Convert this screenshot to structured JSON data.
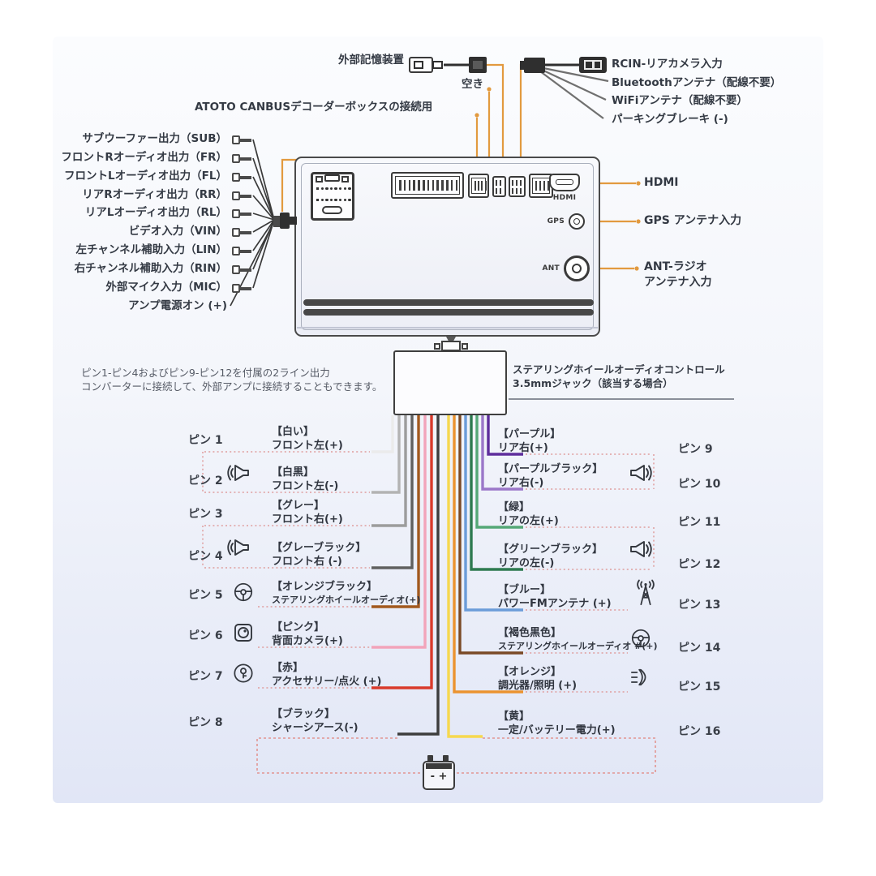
{
  "top": {
    "usb_label": "外部記憶装置",
    "empty_label": "空き",
    "canbus_label": "ATOTO CANBUSデコーダーボックスの接続用",
    "harness_labels": [
      "RCIN-リアカメラ入力",
      "Bluetoothアンテナ（配線不要）",
      "WiFiアンテナ（配線不要）",
      "パーキングブレーキ (-)"
    ]
  },
  "left_outputs": [
    "サブウーファー出力（SUB）",
    "フロントRオーディオ出力（FR）",
    "フロントLオーディオ出力（FL）",
    "リアRオーディオ出力（RR）",
    "リアLオーディオ出力（RL）",
    "ビデオ入力（VIN）",
    "左チャンネル補助入力（LIN）",
    "右チャンネル補助入力（RIN）",
    "外部マイク入力（MIC）",
    "アンプ電源オン (+)"
  ],
  "unit": {
    "hdmi": "HDMI",
    "gps": "GPS",
    "ant": "ANT"
  },
  "right_ports": [
    {
      "label": "HDMI"
    },
    {
      "label": "GPS アンテナ入力"
    },
    {
      "label": "ANT-ラジオ",
      "label2": "アンテナ入力"
    }
  ],
  "note": {
    "line1": "ピン1-ピン4およびピン9-ピン12を付属の2ライン出力",
    "line2": "コンバーターに接続して、外部アンプに接続することもできます。"
  },
  "swc_note": {
    "line1": "ステアリングホイールオーディオコントロール",
    "line2": "3.5mmジャック（該当する場合）"
  },
  "connector": {
    "pins_top": [
      "1",
      "2",
      "3",
      "4",
      "5",
      "6",
      "7"
    ],
    "pin8": "8",
    "pins_bottom": [
      "9",
      "10",
      "11",
      "12",
      "13",
      "14",
      "15"
    ],
    "pin16": "16"
  },
  "left_pins": [
    {
      "pin": "ピン 1",
      "color_name": "【白い】",
      "function": "フロント左(+)",
      "wire_color": "#ebebeb",
      "icon": null
    },
    {
      "pin": "ピン 2",
      "color_name": "【白黒】",
      "function": "フロント左(-)",
      "wire_color": "#b3b3b3",
      "icon": null
    },
    {
      "pin": "ピン 3",
      "color_name": "【グレー】",
      "function": "フロント右(+)",
      "wire_color": "#9c9c9c",
      "icon": null
    },
    {
      "pin": "ピン 4",
      "color_name": "【グレーブラック】",
      "function": "フロント右 (-)",
      "wire_color": "#606060",
      "icon": null
    },
    {
      "pin": "ピン 5",
      "color_name": "【オレンジブラック】",
      "function": "ステアリングホイールオーディオ(+)",
      "wire_color": "#a2591e",
      "icon": "steering-wheel-icon"
    },
    {
      "pin": "ピン 6",
      "color_name": "【ピンク】",
      "function": "背面カメラ(+)",
      "wire_color": "#f2a4ba",
      "icon": "camera-icon"
    },
    {
      "pin": "ピン 7",
      "color_name": "【赤】",
      "function": "アクセサリー/点火 (+)",
      "wire_color": "#d93a2b",
      "icon": "ignition-icon"
    },
    {
      "pin": "ピン 8",
      "color_name": "【ブラック】",
      "function": "シャーシアース(-)",
      "wire_color": "#3d3d3d",
      "icon": null
    }
  ],
  "right_pins": [
    {
      "pin": "ピン 9",
      "color_name": "【パープル】",
      "function": "リア右(+)",
      "wire_color": "#5e2d9c",
      "icon": null
    },
    {
      "pin": "ピン 10",
      "color_name": "【パープルブラック】",
      "function": "リア右(-)",
      "wire_color": "#9b77c9",
      "icon": null
    },
    {
      "pin": "ピン 11",
      "color_name": "【緑】",
      "function": "リアの左(+)",
      "wire_color": "#55a877",
      "icon": null
    },
    {
      "pin": "ピン 12",
      "color_name": "【グリーンブラック】",
      "function": "リアの左(-)",
      "wire_color": "#2e7a50",
      "icon": null
    },
    {
      "pin": "ピン 13",
      "color_name": "【ブルー】",
      "function": "パワーFMアンテナ (+)",
      "wire_color": "#6b9cd9",
      "icon": "antenna-icon"
    },
    {
      "pin": "ピン 14",
      "color_name": "【褐色黒色】",
      "function": "ステアリングホイールオーディオ #(+)",
      "wire_color": "#7a4a26",
      "icon": "steering-wheel-icon"
    },
    {
      "pin": "ピン 15",
      "color_name": "【オレンジ】",
      "function": "調光器/照明 (+)",
      "wire_color": "#eb9330",
      "icon": "headlight-icon"
    },
    {
      "pin": "ピン 16",
      "color_name": "【黄】",
      "function": "一定/バッテリー電力(+)",
      "wire_color": "#f6d84f",
      "icon": null
    }
  ],
  "battery": {
    "label": "- +"
  },
  "colors": {
    "accent_orange": "#e29a3f",
    "dotted_pink": "#df9d9d",
    "line_dark": "#4a4a4a",
    "text": "#343a44"
  }
}
